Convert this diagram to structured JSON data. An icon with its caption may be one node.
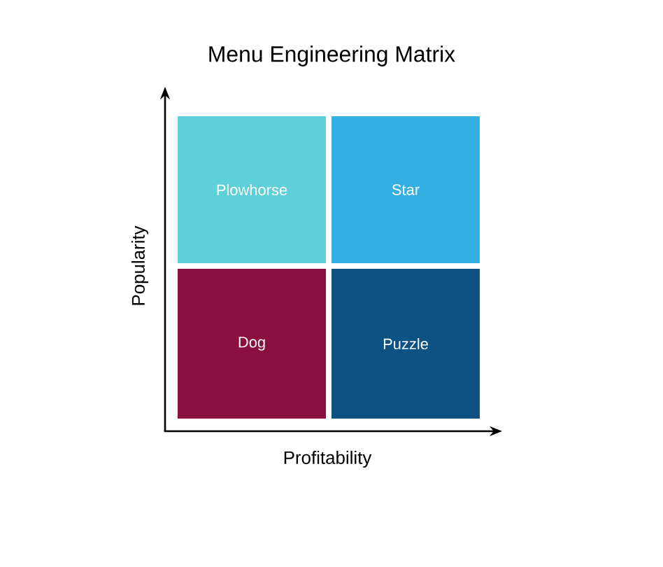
{
  "diagram": {
    "title": "Menu Engineering Matrix",
    "nodes": [
      {
        "text": [
          "Plowhorse"
        ]
      },
      {
        "text": [
          "Star"
        ]
      },
      {
        "text": [
          "Dog"
        ]
      },
      {
        "text": [
          "Puzzle"
        ]
      }
    ],
    "labels": [
      "Popularity",
      "Profitability"
    ]
  }
}
